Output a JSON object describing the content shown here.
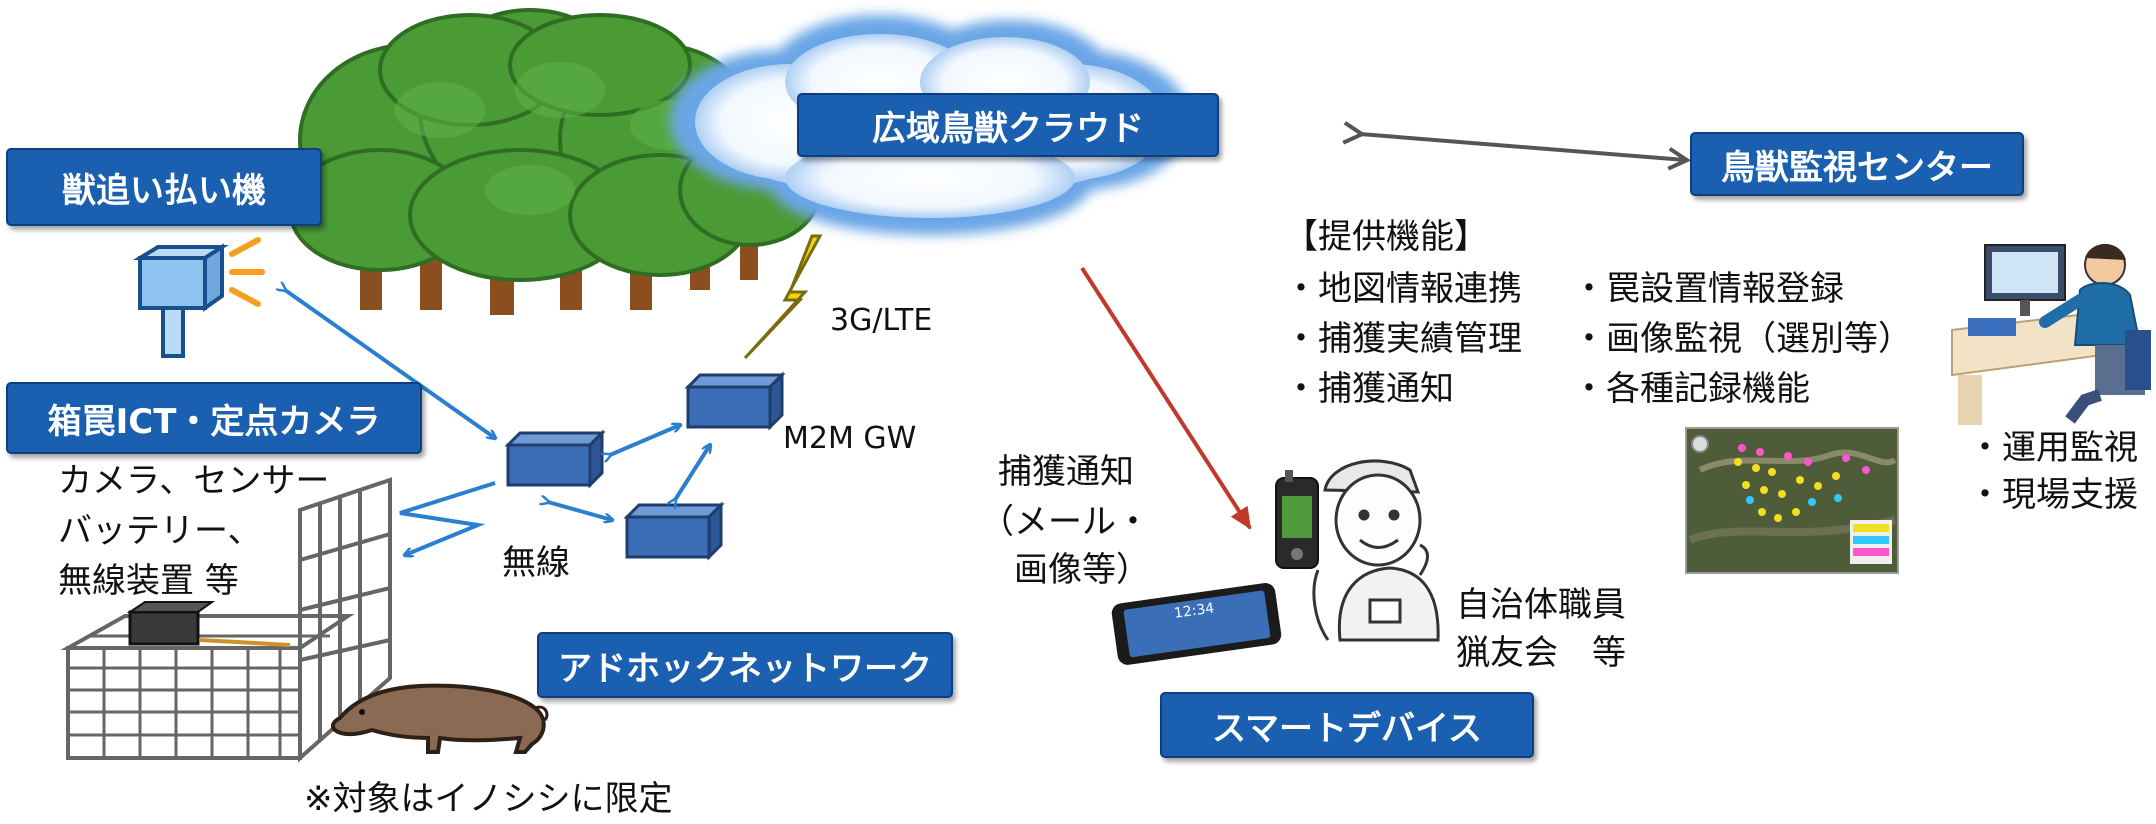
{
  "labels": {
    "repeller": "獣追い払い機",
    "cloud": "広域鳥獣クラウド",
    "center": "鳥獣監視センター",
    "trap_camera": "箱罠ICT・定点カメラ",
    "adhoc": "アドホックネットワーク",
    "smart_device": "スマートデバイス"
  },
  "text": {
    "network": "3G/LTE",
    "gateway": "M2M GW",
    "wireless": "無線",
    "trap_lines": [
      "カメラ、センサー",
      "バッテリー、",
      "無線装置 等"
    ],
    "notice_lines": [
      "捕獲通知",
      "（メール・",
      "画像等）"
    ],
    "users_lines": [
      "自治体職員",
      "猟友会　等"
    ],
    "features_title": "【提供機能】",
    "features_col1": [
      "・地図情報連携",
      "・捕獲実績管理",
      "・捕獲通知"
    ],
    "features_col2": [
      "・罠設置情報登録",
      "・画像監視（選別等）",
      "・各種記録機能"
    ],
    "center_tasks": [
      "・運用監視",
      "・現場支援"
    ],
    "note": "※対象はイノシシに限定",
    "tablet_time": "12:34"
  },
  "colors": {
    "box_blue": "#1a5fb0",
    "arrow_blue": "#2a7fd0",
    "arrow_red": "#c0392b",
    "arrow_gray": "#555555",
    "node_blue": "#3a6db5",
    "lightning": "#f5d60a"
  }
}
